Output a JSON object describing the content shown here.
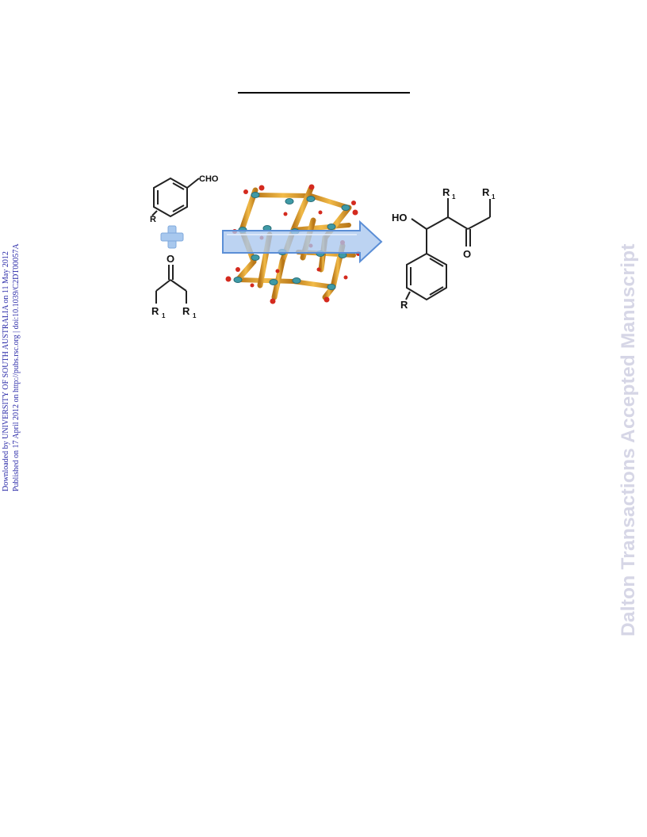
{
  "side_note": {
    "line1": "Downloaded by UNIVERSITY OF SOUTH AUSTRALIA on 11 May 2012",
    "line2": "Published on 17 April 2012 on http://pubs.rsc.org | doi:10.1039/C2DT00057A"
  },
  "watermark": "Dalton Transactions Accepted Manuscript",
  "graphic": {
    "aldehyde_group": "CHO",
    "reactant_substituent": "R",
    "carbonyl_oxygen": "O",
    "ketone_substituent_left": "R",
    "ketone_substituent_right": "R",
    "subscript_1": "1",
    "product_hydroxyl": "HO",
    "product_top_substituent": "R",
    "product_right_substituent": "R",
    "product_carbonyl_oxygen": "O",
    "product_ring_substituent": "R"
  },
  "colors": {
    "framework_rod": "#e8a62a",
    "framework_node": "#3f9aa6",
    "framework_oxygen": "#d42a1e",
    "arrow_fill": "#a9c6ee",
    "arrow_stroke": "#5b8ed6",
    "plus": "#a8c8ee"
  }
}
